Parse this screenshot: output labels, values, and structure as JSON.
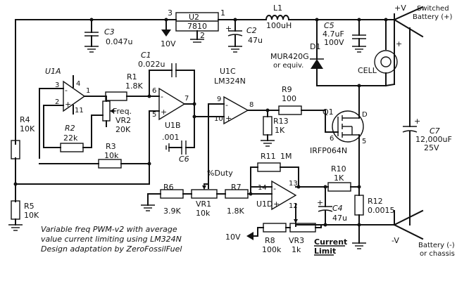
{
  "components": {
    "u2": {
      "name": "U2",
      "part": "7810",
      "pin_in": "3",
      "pin_out": "1",
      "pin_gnd": "2"
    },
    "l1": {
      "name": "L1",
      "value": "100uH"
    },
    "c3": {
      "name": "C3",
      "value": "0.047u"
    },
    "v10_top": "10V",
    "c2": {
      "name": "C2",
      "value": "47u"
    },
    "c5": {
      "name": "C5",
      "value1": "4.7uF",
      "value2": "100V"
    },
    "d1": {
      "name": "D1",
      "part": "MUR420G",
      "note": "or equiv."
    },
    "cell": "CELL",
    "c1": {
      "name": "C1",
      "value": "0.022u"
    },
    "u1a": {
      "name": "U1A",
      "pin4": "4",
      "pin3": "3",
      "pin2": "2",
      "pin1": "1",
      "pin11": "11"
    },
    "r1": {
      "name": "R1",
      "value": "1.8K"
    },
    "vr2": {
      "label": "Freq.",
      "name": "VR2",
      "value": "20K"
    },
    "r2": {
      "name": "R2",
      "value": "22k"
    },
    "r3": {
      "name": "R3",
      "value": "10k"
    },
    "r4": {
      "name": "R4",
      "value": "10K"
    },
    "r5": {
      "name": "R5",
      "value": "10K"
    },
    "u1b": {
      "name": "U1B",
      "pin6": "6",
      "pin5": "5",
      "pin7": "7"
    },
    "c6": {
      "name": "C6",
      "value": ".001"
    },
    "u1c": {
      "name": "U1C",
      "part": "LM324N",
      "pin9": "9",
      "pin10": "10",
      "pin8": "8"
    },
    "r9": {
      "name": "R9",
      "value": "100"
    },
    "r13": {
      "name": "R13",
      "value": "1K"
    },
    "q1": {
      "name": "Q1",
      "part": "IRFP064N",
      "pin_d": "D",
      "pin_g": "6",
      "pin_s": "5"
    },
    "c7": {
      "name": "C7",
      "value1": "12,000uF",
      "value2": "25V"
    },
    "duty": "%Duty",
    "r11": {
      "name": "R11",
      "value": "1M"
    },
    "r10": {
      "name": "R10",
      "value": "1K"
    },
    "r6": {
      "name": "R6",
      "value": "3.9K"
    },
    "vr1": {
      "name": "VR1",
      "value": "10k"
    },
    "r7": {
      "name": "R7",
      "value": "1.8K"
    },
    "u1d": {
      "name": "U1D",
      "pin14": "14",
      "pin13": "13",
      "pin12": "12"
    },
    "c4": {
      "name": "C4",
      "value": "47u"
    },
    "r12": {
      "name": "R12",
      "value": "0.0015"
    },
    "v10_bottom": "10V",
    "r8": {
      "name": "R8",
      "value": "100k"
    },
    "vr3": {
      "name": "VR3",
      "value": "1k"
    },
    "current_limit": {
      "line1": "Current",
      "line2": "Limit"
    }
  },
  "terminals": {
    "pos": "+V",
    "neg": "-V",
    "switched1": "Switched",
    "switched2": "Battery (+)",
    "battery1": "Battery (-)",
    "battery2": "or chassis"
  },
  "caption": {
    "line1": "Variable freq PWM-v2 with average",
    "line2": "value current limiting using LM324N",
    "line3": "Design adaptation by ZeroFossilFuel"
  }
}
